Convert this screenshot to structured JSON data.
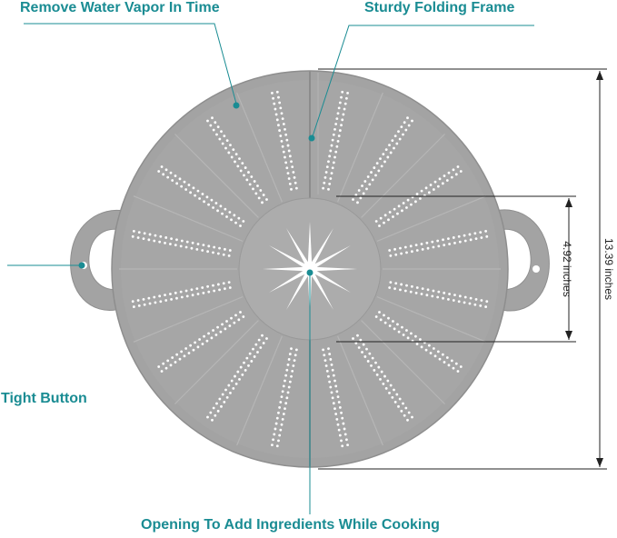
{
  "labels": {
    "vapor": "Remove Water Vapor In Time",
    "frame": "Sturdy Folding Frame",
    "button": "Tight Button",
    "opening": "Opening To Add Ingredients While Cooking"
  },
  "dimensions": {
    "inner": "4.92 inches",
    "outer": "13.39 inches"
  },
  "colors": {
    "accent": "#1a8c93",
    "lid": "#a3a3a3",
    "lid_edge": "#8e8e8e",
    "dots": "#ffffff"
  }
}
